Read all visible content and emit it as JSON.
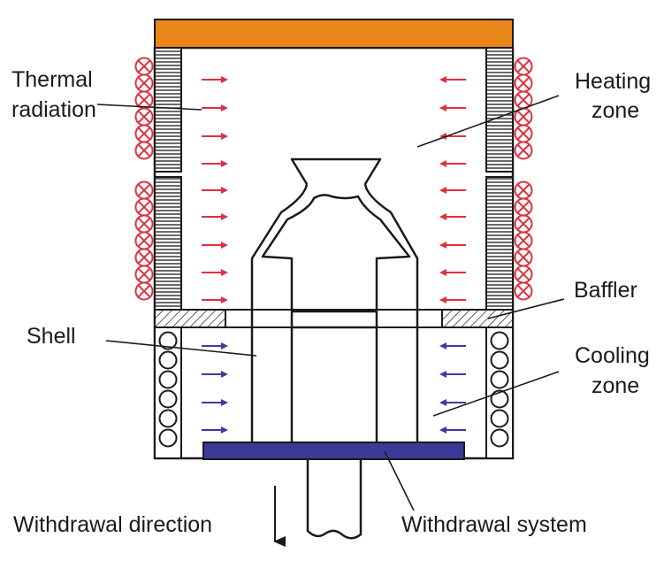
{
  "labels": {
    "thermal_radiation": [
      "Thermal",
      "radiation"
    ],
    "heating_zone": [
      "Heating",
      "zone"
    ],
    "baffler": "Baffler",
    "shell": "Shell",
    "cooling_zone": [
      "Cooling",
      "zone"
    ],
    "withdrawal_direction": "Withdrawal direction",
    "withdrawal_system": "Withdrawal system"
  },
  "colors": {
    "top_plate": "#E8861A",
    "heating_coil": "#E03040",
    "heat_arrow": "#E0303C",
    "cool_arrow": "#3C3C9C",
    "chill_plate": "#3A3A98",
    "line": "#1a1a1a"
  },
  "icons": {
    "heating_coil": "circle-with-x-icon",
    "cooling_coil": "circle-icon",
    "heat_arrow": "arrow-right-icon",
    "cool_arrow": "arrow-left-icon",
    "withdrawal_arrow": "arrow-down-icon"
  }
}
